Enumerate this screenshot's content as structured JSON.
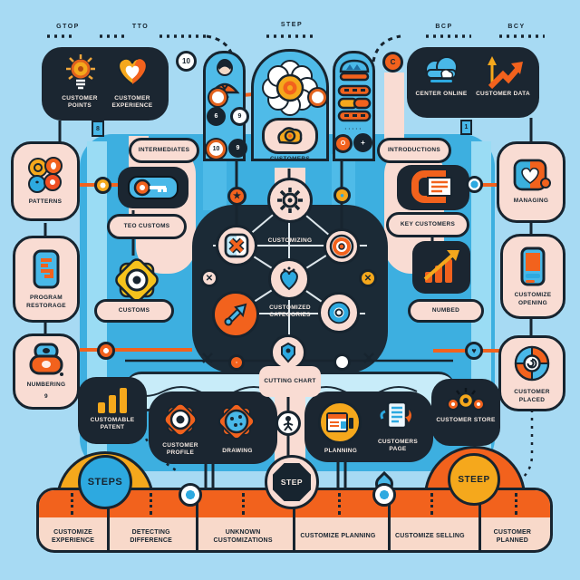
{
  "colors": {
    "bg": "#a7daf3",
    "mid_blue": "#3dafe0",
    "dark": "#1b2631",
    "orange": "#f2621d",
    "amber": "#f5a81c",
    "pink": "#f9dcd3",
    "blue": "#2da9e0",
    "light_blue": "#49b8e8"
  },
  "top": {
    "labels": [
      "GTOP",
      "TTO",
      "STEP",
      "BCP",
      "BCY"
    ],
    "left_box": {
      "items": [
        {
          "icon": "lightbulb-icon",
          "label": "CUSTOMER POINTS"
        },
        {
          "icon": "heart-icon",
          "label": "CUSTOMER EXPERIENCE"
        }
      ]
    },
    "right_box": {
      "items": [
        {
          "icon": "cloud-icon",
          "label": "CENTER ONLINE"
        },
        {
          "icon": "trend-arrow-icon",
          "label": "CUSTOMER DATA"
        }
      ]
    }
  },
  "nodes": {
    "ten": "10",
    "u": "C",
    "six": "6",
    "nine": "9",
    "ten2": "10",
    "nine2": "9",
    "o": "O",
    "plus": "+",
    "b": "8",
    "one": "1"
  },
  "glyphs": {
    "x": "✕",
    "star": "★",
    "heart": "♥",
    "dot": "●",
    "ring": "◦"
  },
  "columns": {
    "center_label": "CUSTOMERS"
  },
  "mid_left": {
    "pill_top": "INTERMEDIATES",
    "pill_mid": "TEO CUSTOMS",
    "pill_bottom": "CUSTOMS"
  },
  "mid_right": {
    "pill_top": "INTRODUCTIONS",
    "pill_mid": "KEY CUSTOMERS",
    "pill_bottom": "NUMBED"
  },
  "center_panel": {
    "label_top": "CUSTOMIZING",
    "label_mid": "CUSTOMIZED CATEGORIES",
    "label_bottom": "CUTTING CHART"
  },
  "left_boxes": [
    {
      "label": "PATTERNS"
    },
    {
      "label": "PROGRAM RESTORAGE"
    },
    {
      "label": "NUMBERING",
      "sub": "9"
    }
  ],
  "right_boxes": [
    {
      "label": "MANAGING"
    },
    {
      "label": "CUSTOMIZE OPENING"
    },
    {
      "label": "CUSTOMER PLACED"
    }
  ],
  "bottom_boxes": [
    {
      "label": "CUSTOMABLE PATENT"
    },
    {
      "label": "CUSTOMER PROFILE"
    },
    {
      "label": "DRAWING"
    },
    {
      "label": "PLANNING"
    },
    {
      "label": "CUSTOMERS PAGE"
    },
    {
      "label": "CUSTOMER STORE"
    }
  ],
  "steps": {
    "left": "STEPS",
    "center": "STEP",
    "right": "STEEP"
  },
  "banner": {
    "cells": [
      "CUSTOMIZE EXPERIENCE",
      "DETECTING DIFFERENCE",
      "UNKNOWN CUSTOMIZATIONS",
      "CUSTOMIZE PLANNING",
      "CUSTOMIZE SELLING",
      "CUSTOMER PLANNED"
    ]
  }
}
